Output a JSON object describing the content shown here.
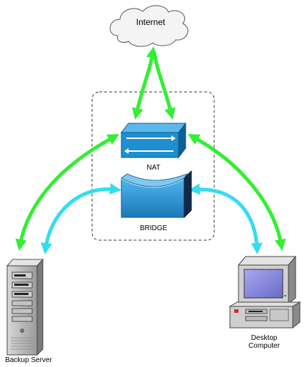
{
  "diagram": {
    "nodes": {
      "internet": {
        "label": "Internet",
        "shape": "cloud"
      },
      "nat": {
        "label": "NAT",
        "shape": "router"
      },
      "bridge": {
        "label": "BRIDGE",
        "shape": "bridge"
      },
      "backup_server": {
        "label": "Backup Server",
        "shape": "tower-server"
      },
      "desktop": {
        "label_line1": "Desktop",
        "label_line2": "Computer",
        "shape": "desktop-computer"
      }
    },
    "edges": [
      {
        "from": "nat",
        "to": "internet",
        "style": "double-arrow",
        "color": "#33ee33"
      },
      {
        "from": "nat",
        "to": "backup_server",
        "style": "double-arrow",
        "color": "#33ee33"
      },
      {
        "from": "nat",
        "to": "desktop",
        "style": "double-arrow",
        "color": "#33ee33"
      },
      {
        "from": "bridge",
        "to": "backup_server",
        "style": "double-arrow",
        "color": "#33ddee"
      },
      {
        "from": "bridge",
        "to": "desktop",
        "style": "double-arrow",
        "color": "#33ddee"
      }
    ],
    "group": {
      "members": [
        "nat",
        "bridge"
      ],
      "style": "dashed-rounded-box"
    },
    "colors": {
      "nat_link": "#33ee33",
      "bridge_link": "#33ddee",
      "device_blue": "#1e8fd0",
      "screen": "#8a8ad8"
    }
  }
}
